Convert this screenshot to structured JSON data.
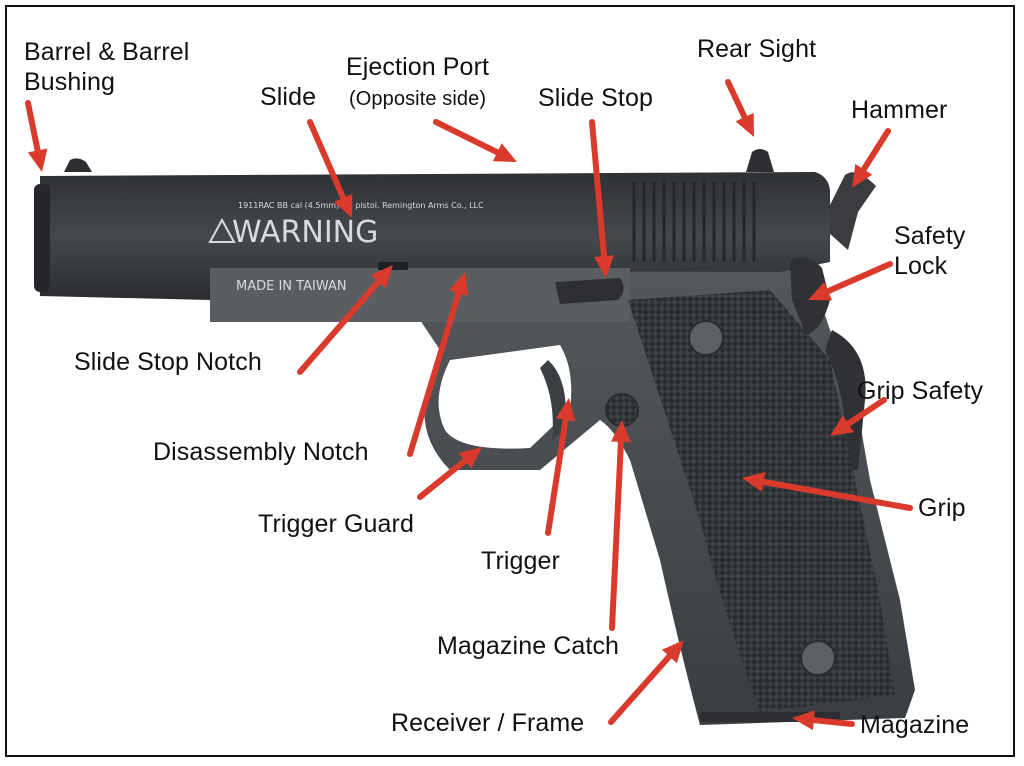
{
  "colors": {
    "arrow": "#d93a2b",
    "gun_dark": "#36383b",
    "gun_mid": "#4b4e52",
    "grip": "#2c2e31",
    "text": "#111111"
  },
  "stamp": {
    "warning": "WARNING",
    "made_in": "MADE IN TAIWAN",
    "model_line": "1911RAC BB cal (4.5mm) BB pistol. Remington Arms Co., LLC"
  },
  "labels": {
    "barrel": [
      "Barrel & Barrel",
      "Bushing"
    ],
    "slide": "Slide",
    "ejection_port": "Ejection Port",
    "ejection_port_note": "(Opposite side)",
    "slide_stop": "Slide Stop",
    "rear_sight": "Rear Sight",
    "hammer": "Hammer",
    "safety_lock": [
      "Safety",
      "Lock"
    ],
    "slide_stop_notch": "Slide Stop Notch",
    "disassembly_notch": "Disassembly Notch",
    "trigger_guard": "Trigger Guard",
    "trigger": "Trigger",
    "grip_safety": "Grip Safety",
    "grip": "Grip",
    "magazine_catch": "Magazine Catch",
    "receiver_frame": "Receiver / Frame",
    "magazine": "Magazine"
  }
}
